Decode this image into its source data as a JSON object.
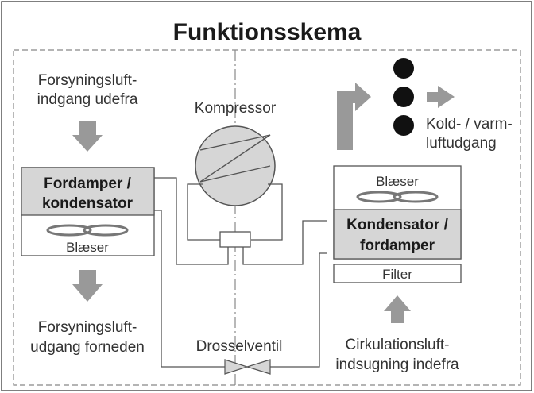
{
  "title": "Funktionsskema",
  "supply_in": {
    "line1": "Forsyningsluft-",
    "line2": "indgang udefra"
  },
  "supply_out": {
    "line1": "Forsyningsluft-",
    "line2": "udgang forneden"
  },
  "left_unit": {
    "line1": "Fordamper /",
    "line2": "kondensator",
    "fan_label": "Blæser"
  },
  "right_unit": {
    "fan_label": "Blæser",
    "line1": "Kondensator /",
    "line2": "fordamper",
    "filter_label": "Filter"
  },
  "compressor_label": "Kompressor",
  "valve_label": "Drosselventil",
  "outlet": {
    "line1": "Kold- / varm-",
    "line2": "luftudgang"
  },
  "intake": {
    "line1": "Cirkulationsluft-",
    "line2": "indsugning indefra"
  },
  "colors": {
    "frame": "#555555",
    "box_fill": "#d6d6d6",
    "arrow": "#999999",
    "dot": "#111111",
    "dashed": "#888888"
  }
}
